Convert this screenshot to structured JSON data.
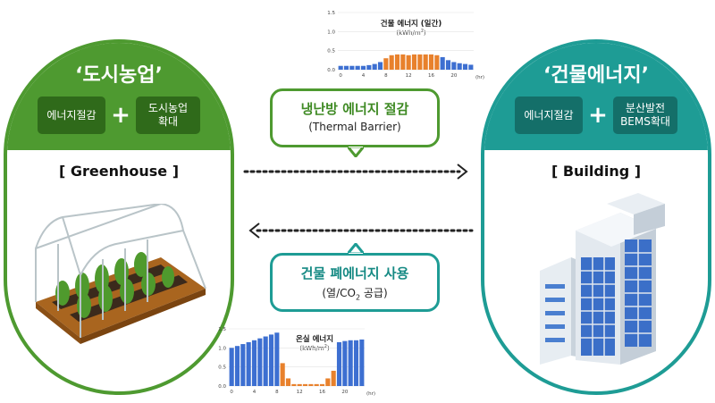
{
  "left_panel": {
    "title": "‘도시농업’",
    "tag1": "에너지절감",
    "plus": "+",
    "tag2_line1": "도시농업",
    "tag2_line2": "확대",
    "label": "[ Greenhouse ]",
    "color": "#4e9a30"
  },
  "right_panel": {
    "title": "‘건물에너지’",
    "tag1": "에너지절감",
    "plus": "+",
    "tag2_line1": "분산발전",
    "tag2_line2": "BEMS확대",
    "label": "[ Building ]",
    "color": "#1e9c95"
  },
  "callout_top": {
    "main": "냉난방 에너지 절감",
    "sub": "(Thermal Barrier)",
    "color": "#4e9a30"
  },
  "callout_bottom": {
    "main": "건물 폐에너지 사용",
    "sub_prefix": "(열/CO",
    "sub_sub": "2",
    "sub_suffix": " 공급)",
    "color": "#1e9c95"
  },
  "arrows": {
    "top_direction": "right",
    "bottom_direction": "left"
  },
  "chart_data": [
    {
      "type": "bar",
      "title": "건물 에너지 (일간)",
      "unit_prefix": "(kWh/m",
      "unit_sup": "2",
      "unit_suffix": ")",
      "x_unit": "(hr)",
      "ylim": [
        0,
        1.5
      ],
      "y_ticks": [
        "1.5",
        "1.0",
        "0.5",
        "0.0"
      ],
      "x_ticks": [
        "0",
        "4",
        "8",
        "12",
        "16",
        "20"
      ],
      "values": [
        0.1,
        0.1,
        0.1,
        0.1,
        0.1,
        0.12,
        0.15,
        0.2,
        0.3,
        0.38,
        0.4,
        0.4,
        0.38,
        0.4,
        0.4,
        0.4,
        0.4,
        0.38,
        0.33,
        0.25,
        0.2,
        0.17,
        0.15,
        0.13
      ],
      "colors": [
        "#3d6fd1",
        "#e8812c"
      ],
      "highlight_range": [
        8,
        17
      ]
    },
    {
      "type": "bar",
      "title": "온실 에너지",
      "unit_prefix": "(kWh/m",
      "unit_sup": "2",
      "unit_suffix": ")",
      "x_unit": "(hr)",
      "ylim": [
        0,
        1.5
      ],
      "y_ticks": [
        "1.5",
        "1.0",
        "0.5",
        "0.0"
      ],
      "x_ticks": [
        "0",
        "4",
        "8",
        "12",
        "16",
        "20"
      ],
      "values": [
        1.0,
        1.05,
        1.1,
        1.15,
        1.2,
        1.25,
        1.3,
        1.35,
        1.4,
        0.6,
        0.2,
        0.05,
        0.05,
        0.05,
        0.05,
        0.05,
        0.05,
        0.2,
        0.4,
        1.15,
        1.18,
        1.2,
        1.2,
        1.22
      ],
      "colors": [
        "#3d6fd1",
        "#e8812c"
      ],
      "highlight_range": [
        9,
        18
      ]
    }
  ]
}
